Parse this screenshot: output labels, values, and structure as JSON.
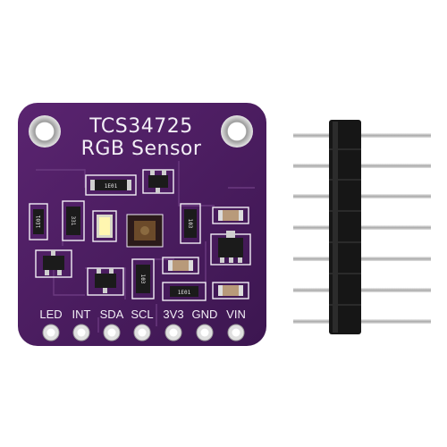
{
  "board": {
    "title_line1": "TCS34725",
    "title_line2": "RGB Sensor",
    "pin_labels": [
      "LED",
      "INT",
      "SDA",
      "SCL",
      "3V3",
      "GND",
      "VIN"
    ],
    "component_codes": [
      "1E01",
      "331",
      "1E01",
      "103",
      "103",
      "1E01"
    ]
  },
  "colors": {
    "pcb": "#4a1d5e",
    "silkscreen": "#f2eef6",
    "header_plastic": "#161616",
    "pins": "#c9c9c9",
    "pads": "#d9d9d9"
  }
}
